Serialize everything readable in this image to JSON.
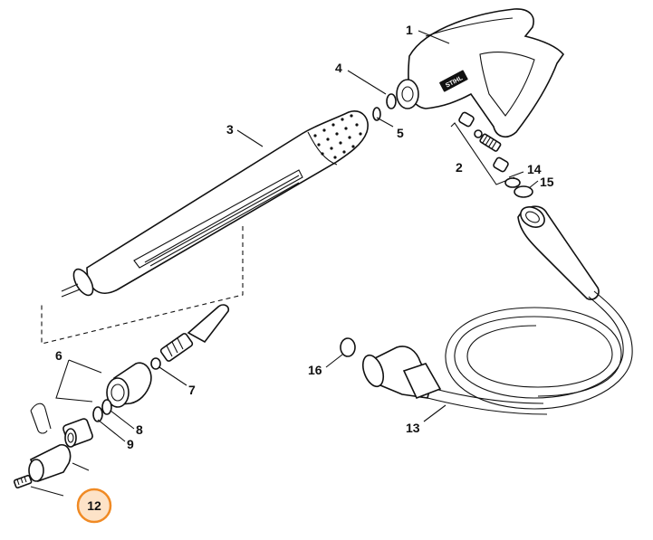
{
  "diagram": {
    "callouts": [
      {
        "id": "1",
        "label": "1"
      },
      {
        "id": "2",
        "label": "2"
      },
      {
        "id": "3",
        "label": "3"
      },
      {
        "id": "4",
        "label": "4"
      },
      {
        "id": "5",
        "label": "5"
      },
      {
        "id": "6",
        "label": "6"
      },
      {
        "id": "7",
        "label": "7"
      },
      {
        "id": "8",
        "label": "8"
      },
      {
        "id": "9",
        "label": "9"
      },
      {
        "id": "12",
        "label": "12",
        "highlighted": true
      },
      {
        "id": "13",
        "label": "13"
      },
      {
        "id": "14",
        "label": "14"
      },
      {
        "id": "15",
        "label": "15"
      },
      {
        "id": "16",
        "label": "16"
      }
    ],
    "brand_logo_text": "STIHL",
    "highlight_color": "#f08a24",
    "highlight_fill": "#fde3c8"
  }
}
